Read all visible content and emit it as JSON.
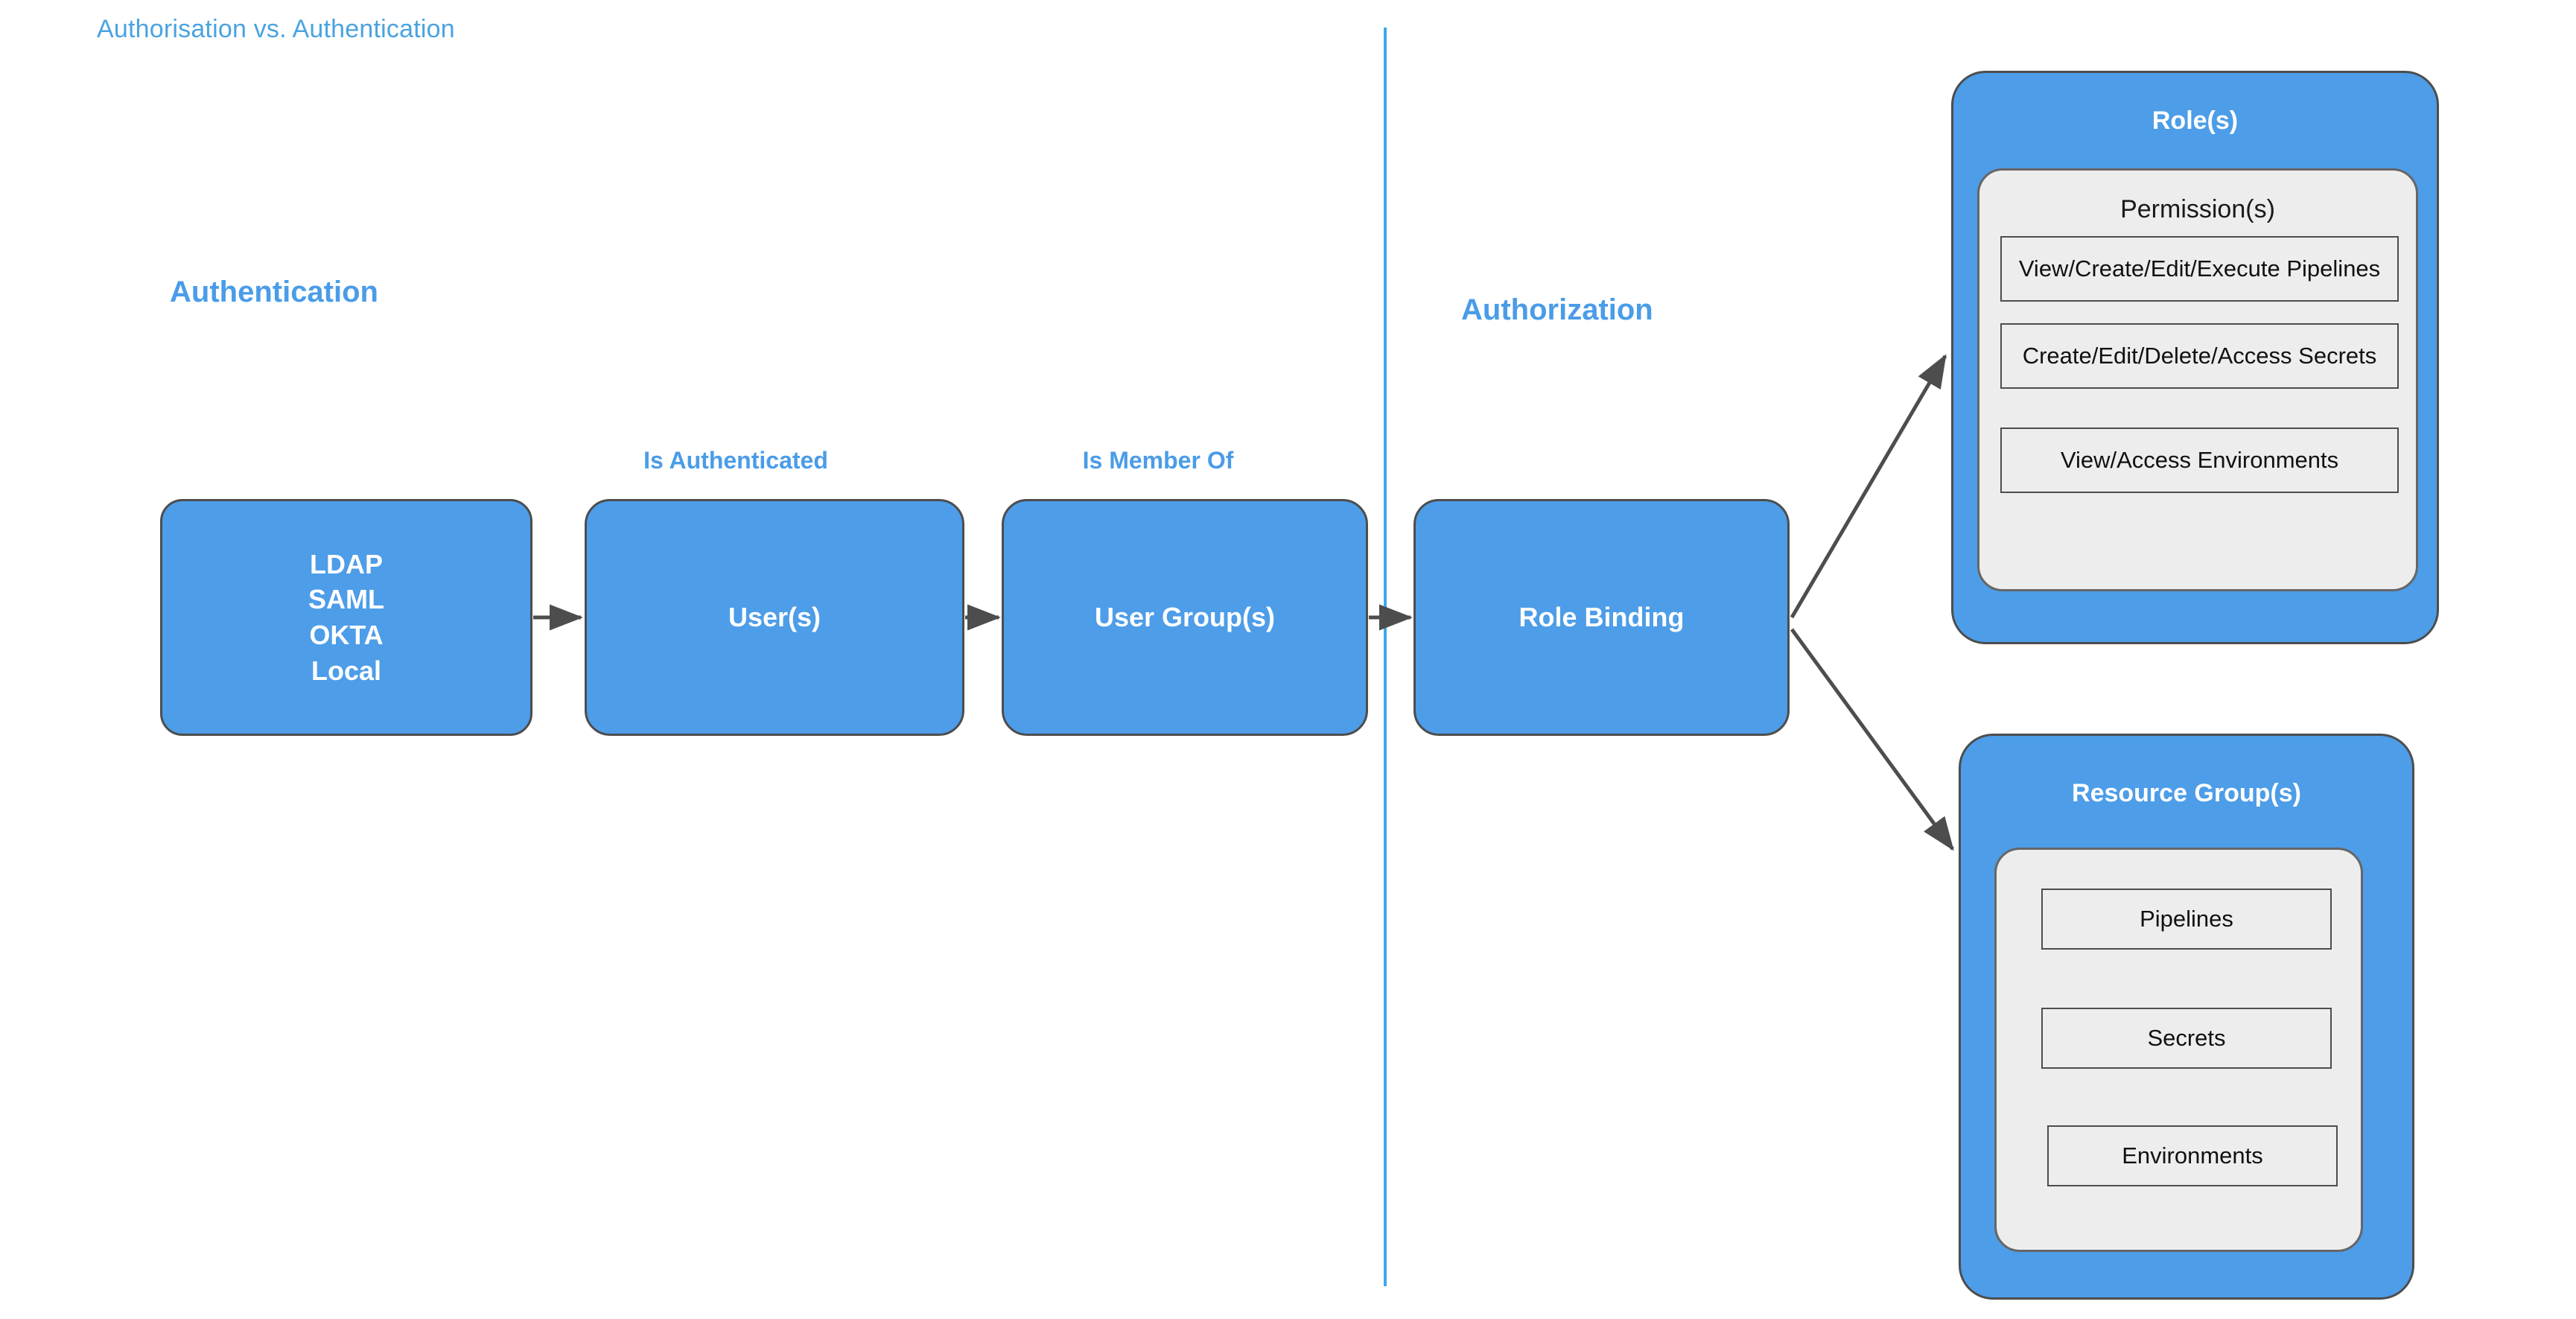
{
  "page": {
    "title": "Authorisation vs. Authentication",
    "accent_blue": "#4a9ce8",
    "title_blue": "#4aa3e0",
    "box_fill": "#4d9de8",
    "card_inner_fill": "#ededed",
    "stroke": "#4d4d4d",
    "divider_color": "#3fa9e8"
  },
  "sections": {
    "authentication_label": "Authentication",
    "authorization_label": "Authorization"
  },
  "flow": {
    "identity_sources": {
      "lines": [
        "LDAP",
        "SAML",
        "OKTA",
        "Local"
      ]
    },
    "users": {
      "label": "User(s)",
      "edge_label": "Is Authenticated"
    },
    "user_groups": {
      "label": "User Group(s)",
      "edge_label": "Is Member Of"
    },
    "role_binding": {
      "label": "Role Binding"
    }
  },
  "roles_card": {
    "title": "Role(s)",
    "permissions_title": "Permission(s)",
    "permissions": [
      "View/Create/Edit/Execute Pipelines",
      "Create/Edit/Delete/Access Secrets",
      "View/Access Environments"
    ]
  },
  "resource_groups_card": {
    "title": "Resource Group(s)",
    "resources": [
      "Pipelines",
      "Secrets",
      "Environments"
    ]
  }
}
